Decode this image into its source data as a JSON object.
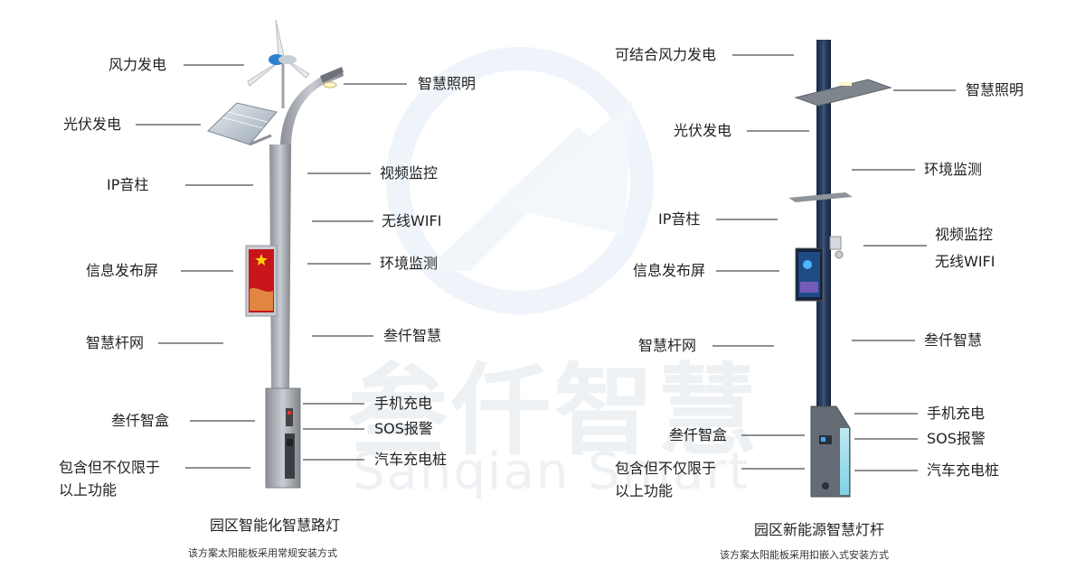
{
  "watermark": {
    "cn": "叁仟智慧",
    "en": "Sanqian Smart"
  },
  "left": {
    "labels": {
      "wind": "风力发电",
      "solar": "光伏发电",
      "ip_speaker": "IP音柱",
      "info_screen": "信息发布屏",
      "pole_net": "智慧杆网",
      "smart_box": "叁仟智盒",
      "include_1": "包含但不仅限于",
      "include_2": "以上功能",
      "lighting": "智慧照明",
      "video": "视频监控",
      "wifi": "无线WIFI",
      "env": "环境监测",
      "brand": "叁仟智慧",
      "phone_charge": "手机充电",
      "sos": "SOS报警",
      "car_charge": "汽车充电桩"
    },
    "caption": "园区智能化智慧路灯",
    "subcaption": "该方案太阳能板采用常规安装方式"
  },
  "right": {
    "labels": {
      "wind": "可结合风力发电",
      "solar": "光伏发电",
      "ip_speaker": "IP音柱",
      "info_screen": "信息发布屏",
      "pole_net": "智慧杆网",
      "smart_box": "叁仟智盒",
      "include_1": "包含但不仅限于",
      "include_2": "以上功能",
      "lighting": "智慧照明",
      "env": "环境监测",
      "video": "视频监控",
      "wifi": "无线WIFI",
      "brand": "叁仟智慧",
      "phone_charge": "手机充电",
      "sos": "SOS报警",
      "car_charge": "汽车充电桩"
    },
    "caption": "园区新能源智慧灯杆",
    "subcaption": "该方案太阳能板采用扣嵌入式安装方式"
  }
}
